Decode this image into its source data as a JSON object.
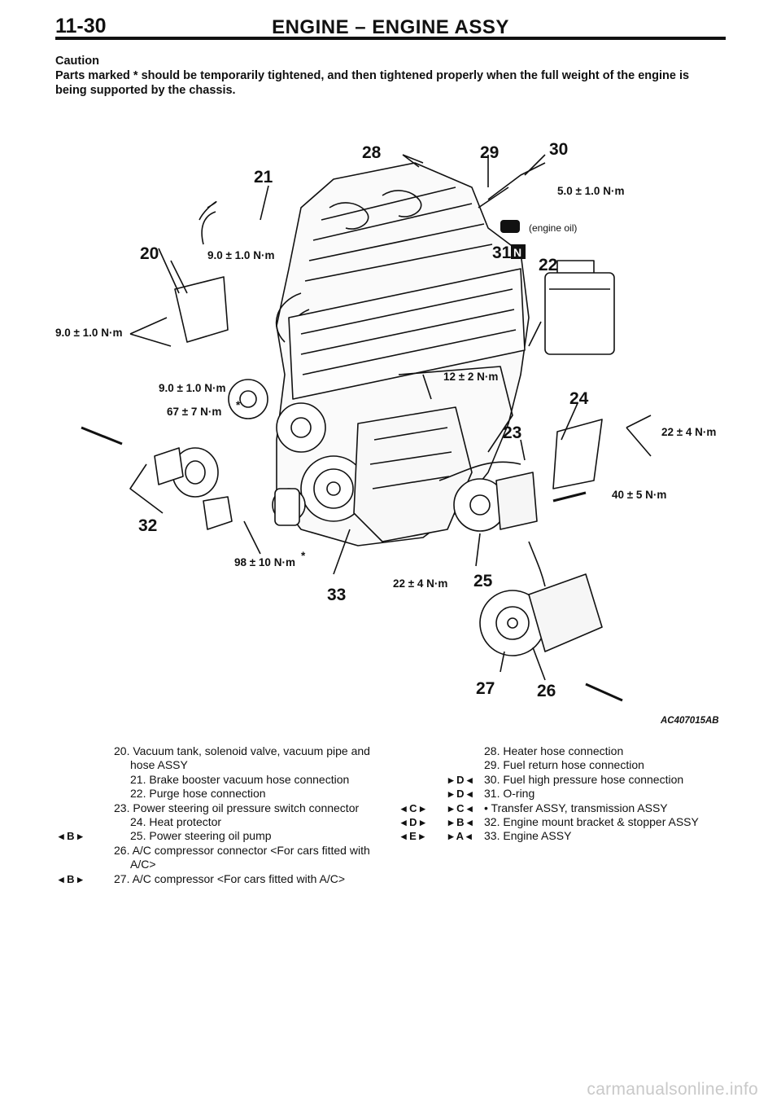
{
  "header": {
    "page_number": "11-30",
    "title": "ENGINE – ENGINE ASSY"
  },
  "caution": {
    "title": "Caution",
    "text": "Parts marked * should be temporarily tightened, and then tightened properly when the full weight of the engine is being supported by the chassis."
  },
  "figure": {
    "code": "AC407015AB",
    "callouts": [
      "20",
      "21",
      "22",
      "23",
      "24",
      "25",
      "26",
      "27",
      "28",
      "29",
      "30",
      "31",
      "32",
      "33"
    ],
    "n_symbol": "N",
    "engine_oil_note": "(engine oil)",
    "torques": {
      "t50": "5.0 ± 1.0 N·m",
      "t90_a": "9.0 ± 1.0 N·m",
      "t90_b": "9.0 ± 1.0 N·m",
      "t90_c": "9.0 ± 1.0 N·m",
      "t67": "67 ± 7 N·m",
      "t12": "12 ± 2 N·m",
      "t22_a": "22 ± 4 N·m",
      "t22_b": "22 ± 4 N·m",
      "t40": "40 ± 5 N·m",
      "t98": "98 ± 10 N·m"
    },
    "asterisk": "*"
  },
  "legend_left": [
    {
      "mark": "",
      "text": "20. Vacuum tank, solenoid valve, vacuum pipe and hose ASSY"
    },
    {
      "mark": "",
      "text": "21. Brake booster vacuum hose connection"
    },
    {
      "mark": "",
      "text": "22. Purge hose connection"
    },
    {
      "mark": "",
      "text": "23. Power steering oil pressure switch connector"
    },
    {
      "mark": "",
      "text": "24. Heat protector"
    },
    {
      "mark": "◂ B ▸",
      "text": "25. Power steering oil pump"
    },
    {
      "mark": "",
      "text": "26. A/C compressor connector <For cars fitted with A/C>"
    },
    {
      "mark": "◂ B ▸",
      "text": "27. A/C compressor <For cars fitted with A/C>"
    }
  ],
  "legend_right": [
    {
      "mark_r": "",
      "mark_l": "",
      "text": "28. Heater hose connection"
    },
    {
      "mark_r": "",
      "mark_l": "",
      "text": "29. Fuel return hose connection"
    },
    {
      "mark_r": "▸ D ◂",
      "mark_l": "",
      "text": "30. Fuel high pressure hose connection"
    },
    {
      "mark_r": "▸ D ◂",
      "mark_l": "",
      "text": "31. O-ring"
    },
    {
      "mark_r": "▸ C ◂",
      "mark_l": "◂ C ▸",
      "text": "•    Transfer ASSY, transmission ASSY"
    },
    {
      "mark_r": "▸ B ◂",
      "mark_l": "◂ D ▸",
      "text": "32. Engine mount bracket & stopper ASSY"
    },
    {
      "mark_r": "▸ A ◂",
      "mark_l": "◂ E ▸",
      "text": "33. Engine ASSY"
    }
  ],
  "watermark": "carmanualsonline.info"
}
